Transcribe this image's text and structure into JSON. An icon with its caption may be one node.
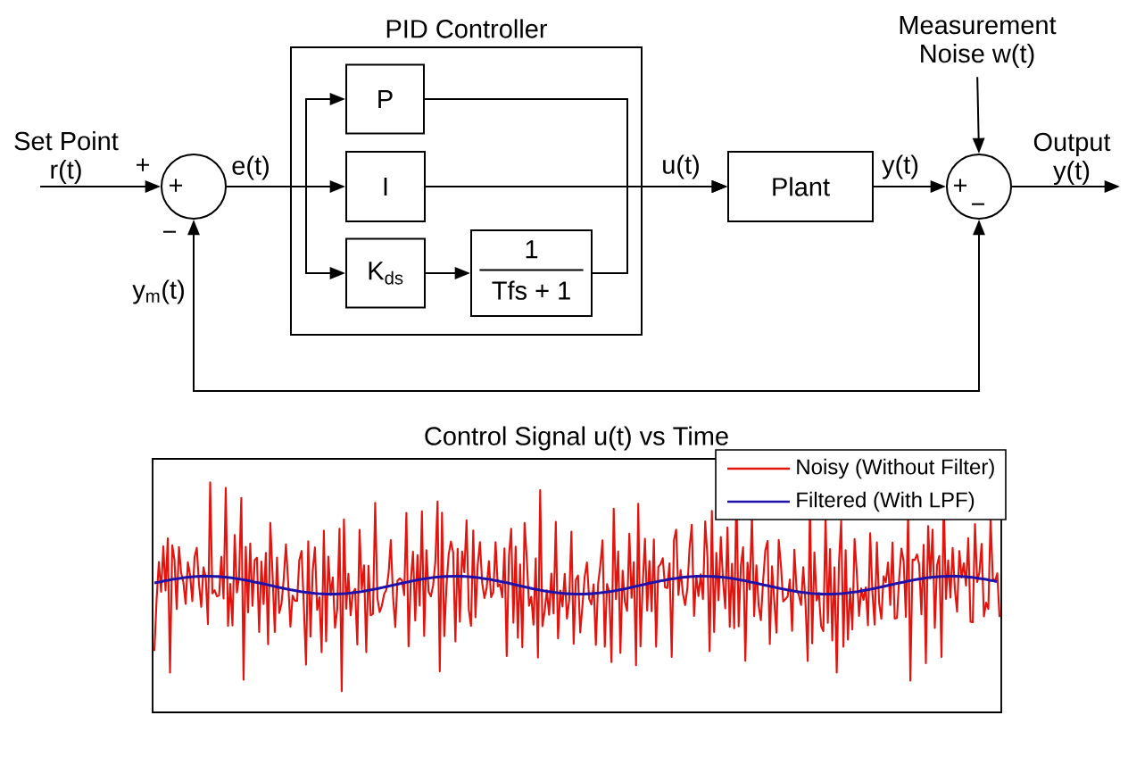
{
  "diagram": {
    "nodes": [
      {
        "text": [
          "+"
        ],
        "beside": [
          "+",
          "−"
        ]
      },
      {
        "text": [
          "PID Controller"
        ]
      },
      {
        "text": [
          "P"
        ],
        "in": 1
      },
      {
        "text": [
          "I"
        ],
        "in": 1
      },
      {
        "text": [
          "K$_{ds}$"
        ],
        "in": 1
      },
      {
        "text": [
          "1",
          "Tfs + 1"
        ],
        "in": 1
      },
      {
        "text": [
          "Plant"
        ]
      },
      {
        "text": [
          "+",
          "−"
        ]
      },
      {
        "text": [
          "Measurement Noise w(t)"
        ]
      }
    ],
    "edges": [
      {
        "from": null,
        "to": 0,
        "arrow": "to",
        "label": "Set Point r(t)"
      },
      {
        "from": 0,
        "to": 2,
        "arrow": "to"
      },
      {
        "from": 0,
        "to": 3,
        "arrow": "to",
        "label": "e(t)"
      },
      {
        "from": 0,
        "to": 4,
        "arrow": "to"
      },
      {
        "from": 4,
        "to": 5,
        "arrow": "to"
      },
      {
        "from": 2,
        "to": 6,
        "arrow": "to"
      },
      {
        "from": 3,
        "to": 6,
        "arrow": "to",
        "label": "u(t)"
      },
      {
        "from": 5,
        "to": 6,
        "arrow": "to"
      },
      {
        "from": 6,
        "to": 7,
        "arrow": "to",
        "label": "y(t)"
      },
      {
        "from": 8,
        "to": 7,
        "arrow": "to"
      },
      {
        "from": 7,
        "to": null,
        "arrow": "to",
        "label": "Output y(t)"
      },
      {
        "from": 7,
        "to": 0,
        "arrow": "both",
        "label": "y$_{m}$(t)"
      }
    ],
    "labels": [
      "Control Signal u(t) vs Time"
    ],
    "legend": [
      {
        "text": "Noisy (Without Filter)"
      },
      {
        "text": "Filtered (With LPF)"
      }
    ]
  }
}
